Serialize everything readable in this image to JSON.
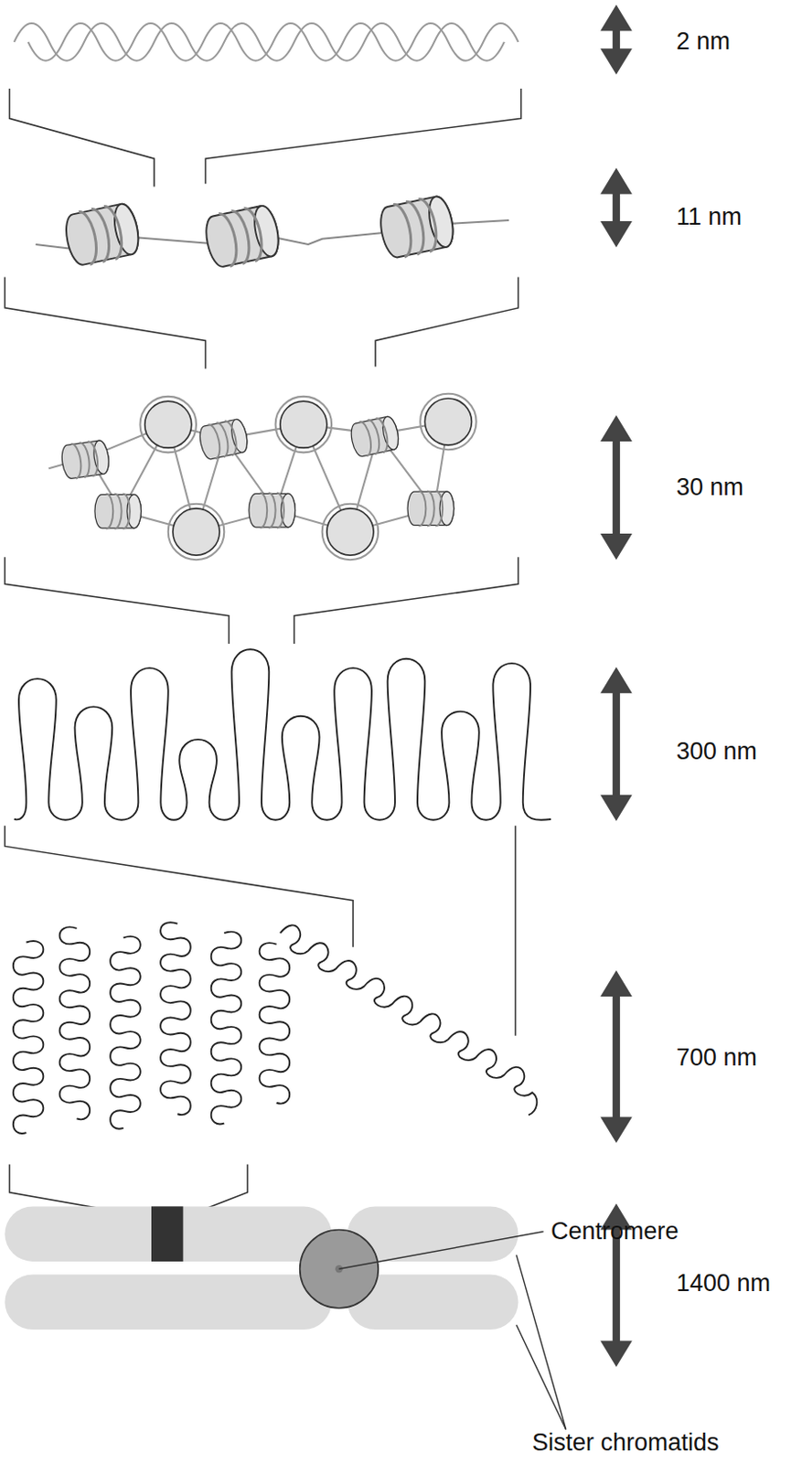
{
  "diagram": {
    "labels": [
      "2 nm",
      "11 nm",
      "30 nm",
      "300 nm",
      "700 nm",
      "1400 nm",
      "Centromere",
      "Sister chromatids"
    ]
  }
}
